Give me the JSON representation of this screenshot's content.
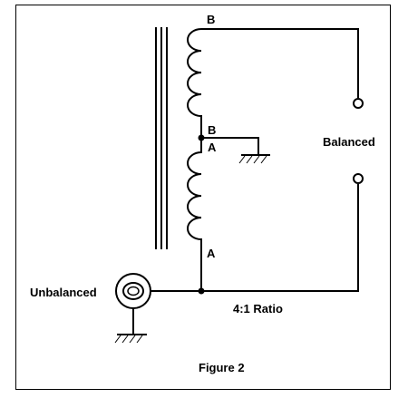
{
  "labels": {
    "winding_top_b": "B",
    "winding_mid_b": "B",
    "winding_mid_a": "A",
    "winding_bottom_a": "A",
    "balanced": "Balanced",
    "unbalanced": "Unbalanced",
    "ratio": "4:1 Ratio",
    "caption": "Figure 2"
  }
}
